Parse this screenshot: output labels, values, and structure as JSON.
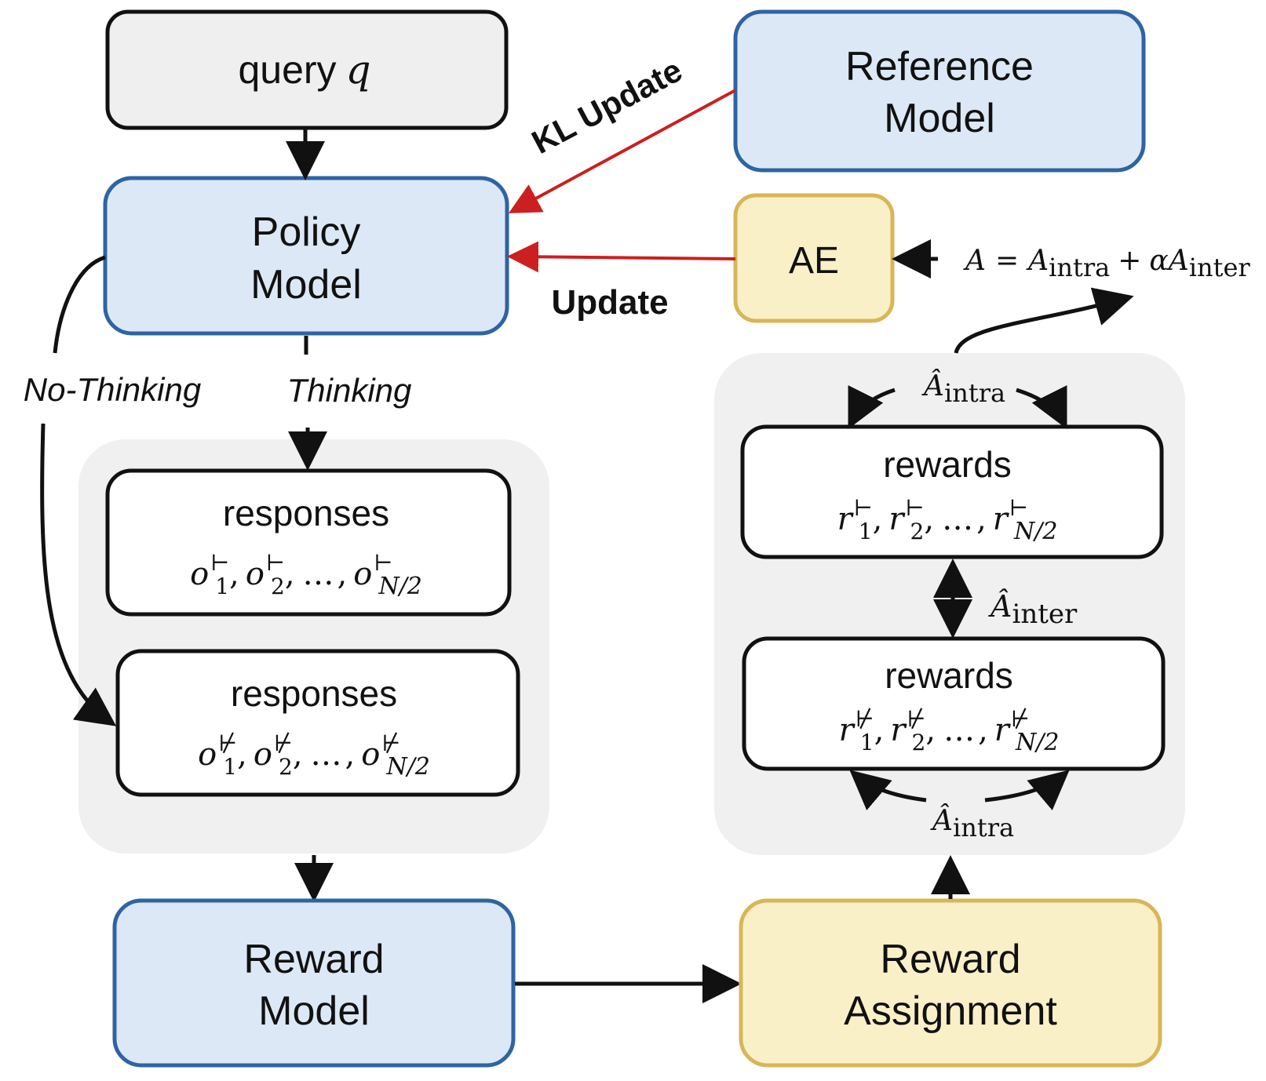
{
  "colors": {
    "blue_fill": "#dce8f5",
    "blue_stroke": "#2e64a3",
    "yellow_fill": "#faf0c8",
    "yellow_stroke": "#d8b658",
    "gray_fill": "#f0f0f0",
    "panel_fill": "#f0f0f0",
    "black": "#111111",
    "red": "#cc1f1f"
  },
  "nodes": {
    "query": {
      "label": "query",
      "var": "q"
    },
    "reference": {
      "line1": "Reference",
      "line2": "Model"
    },
    "policy": {
      "line1": "Policy",
      "line2": "Model"
    },
    "ae": {
      "label": "AE"
    },
    "responses_think": {
      "title": "responses",
      "o": "o",
      "sub1": "1",
      "sub2": "2",
      "subN": "N/2",
      "sup": "⊢",
      "sep": ",",
      "ellipsis": "…"
    },
    "responses_nothink": {
      "title": "responses",
      "o": "o",
      "sub1": "1",
      "sub2": "2",
      "subN": "N/2",
      "sup": "⊬",
      "sep": ",",
      "ellipsis": "…"
    },
    "rewards_think": {
      "title": "rewards",
      "r": "r",
      "sub1": "1",
      "sub2": "2",
      "subN": "N/2",
      "sup": "⊢",
      "sep": ",",
      "ellipsis": "…"
    },
    "rewards_nothink": {
      "title": "rewards",
      "r": "r",
      "sub1": "1",
      "sub2": "2",
      "subN": "N/2",
      "sup": "⊬",
      "sep": ",",
      "ellipsis": "…"
    },
    "reward_model": {
      "line1": "Reward",
      "line2": "Model"
    },
    "reward_assignment": {
      "line1": "Reward",
      "line2": "Assignment"
    }
  },
  "edges": {
    "kl_update": "KL Update",
    "update": "Update",
    "no_thinking": "No-Thinking",
    "thinking": "Thinking"
  },
  "math": {
    "advantage": {
      "A": "A",
      "eq": "=",
      "Aintra": "A",
      "intra": "intra",
      "plus": "+",
      "alpha": "αA",
      "inter": "inter"
    },
    "a_hat_intra": {
      "A": "Â",
      "sub": "intra"
    },
    "a_hat_inter": {
      "A": "Â",
      "sub": "inter"
    }
  }
}
